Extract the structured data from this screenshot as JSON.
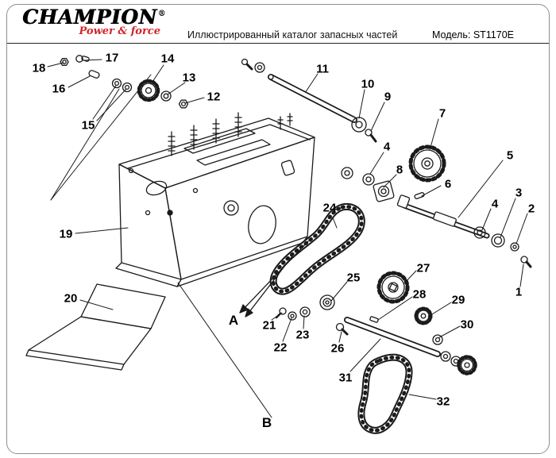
{
  "header": {
    "brand": "CHAMPION",
    "registered_mark": "®",
    "tagline": "Power & force",
    "title": "Иллюстрированный каталог запасных частей",
    "model": "Модель: ST1170E"
  },
  "diagram": {
    "description": "Exploded spare-parts diagram of auger housing, shafts, sprockets and chains",
    "callouts": [
      "18",
      "17",
      "16",
      "15",
      "14",
      "13",
      "12",
      "11",
      "10",
      "9",
      "7",
      "4",
      "8",
      "6",
      "5",
      "3",
      "2",
      "4",
      "1",
      "19",
      "24",
      "27",
      "25",
      "20",
      "21",
      "22",
      "23",
      "26",
      "28",
      "29",
      "30",
      "31",
      "32"
    ],
    "section_labels": [
      "A",
      "B"
    ]
  },
  "colors": {
    "line_art": "#1a1a1a",
    "tagline_red": "#d2232a",
    "frame_gray": "#8f8f8f"
  }
}
